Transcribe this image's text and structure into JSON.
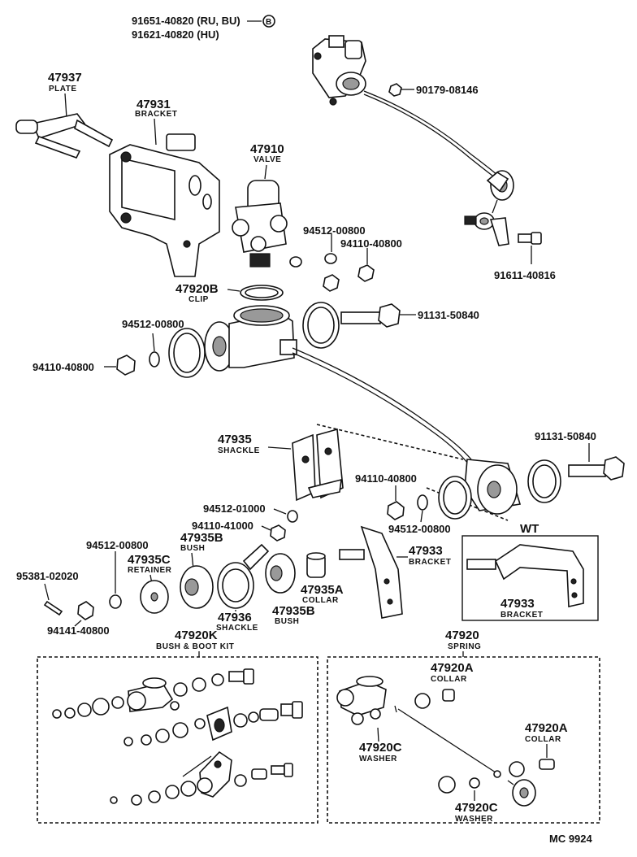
{
  "header": {
    "note_line1": "91651-40820 (RU, BU)",
    "note_line2": "91621-40820 (HU)",
    "note_marker": "B"
  },
  "parts": {
    "plate": {
      "number": "47937",
      "name": "PLATE"
    },
    "bracket": {
      "number": "47931",
      "name": "BRACKET"
    },
    "valve": {
      "number": "47910",
      "name": "VALVE"
    },
    "clip": {
      "number": "47920B",
      "name": "CLIP"
    },
    "shackle": {
      "number": "47935",
      "name": "SHACKLE"
    },
    "bush_b_top": {
      "number": "47935B",
      "name": "BUSH"
    },
    "retainer": {
      "number": "47935C",
      "name": "RETAINER"
    },
    "shackle_36": {
      "number": "47936",
      "name": "SHACKLE"
    },
    "bush_b_bottom": {
      "number": "47935B",
      "name": "BUSH"
    },
    "collar_a": {
      "number": "47935A",
      "name": "COLLAR"
    },
    "bracket_33": {
      "number": "47933",
      "name": "BRACKET"
    },
    "bracket_33_wt": {
      "number": "47933",
      "name": "BRACKET"
    },
    "kit": {
      "number": "47920K",
      "name": "BUSH & BOOT KIT"
    },
    "spring": {
      "number": "47920",
      "name": "SPRING"
    },
    "collar_20a_top": {
      "number": "47920A",
      "name": "COLLAR"
    },
    "washer_20c_top": {
      "number": "47920C",
      "name": "WASHER"
    },
    "collar_20a_right": {
      "number": "47920A",
      "name": "COLLAR"
    },
    "washer_20c_bottom": {
      "number": "47920C",
      "name": "WASHER"
    }
  },
  "fasteners": {
    "f1": "90179-08146",
    "f2": "94512-00800",
    "f3": "94110-40800",
    "f4": "91611-40816",
    "f5": "91131-50840",
    "f6": "94512-00800",
    "f7": "94110-40800",
    "f8": "91131-50840",
    "f9": "94110-40800",
    "f10": "94512-00800",
    "f11": "94512-01000",
    "f12": "94110-41000",
    "f13": "94512-00800",
    "f14": "95381-02020",
    "f15": "94141-40800"
  },
  "wt_label": "WT",
  "footer_code": "MC 9924"
}
